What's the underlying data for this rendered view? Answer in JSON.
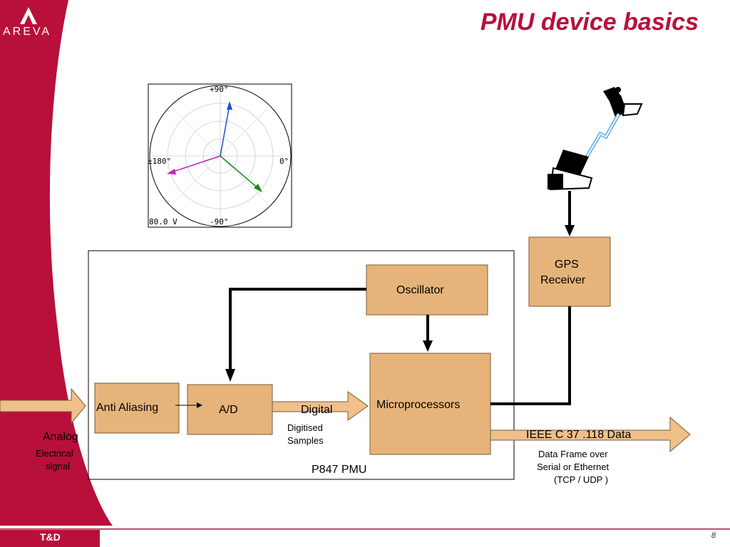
{
  "slide": {
    "title": "PMU device basics",
    "logo": "AREVA",
    "footer": "T&D",
    "page_number": "8"
  },
  "phasor_plot": {
    "label_top": "+90°",
    "label_bottom": "-90°",
    "label_left": "±180°",
    "label_right": "0°",
    "scale": "80.0 V"
  },
  "blocks": {
    "anti_aliasing": "Anti Aliasing",
    "ad": "A/D",
    "oscillator": "Oscillator",
    "microprocessors": "Microprocessors",
    "gps_line1": "GPS",
    "gps_line2": "Receiver"
  },
  "labels": {
    "analog": "Analog",
    "electrical": "Electrical",
    "signal": "signal",
    "digital": "Digital",
    "digitised": "Digitised",
    "samples": "Samples",
    "pmu": "P847  PMU",
    "ieee": "IEEE C  37 .118  Data",
    "frame1": "Data Frame over",
    "frame2": "Serial or Ethernet",
    "frame3": "(TCP / UDP )"
  },
  "colors": {
    "brand_red": "#b8103a",
    "block_fill": "#e6b47a",
    "arrow_fill": "#f0c08a"
  }
}
